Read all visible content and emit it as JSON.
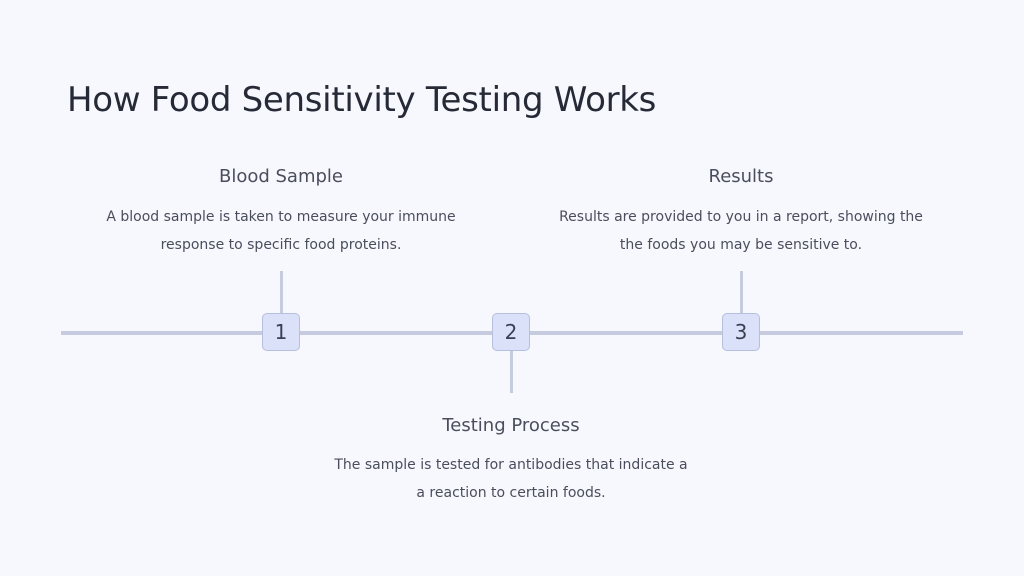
{
  "slide": {
    "title": "How Food Sensitivity Testing Works"
  },
  "steps": [
    {
      "number": "1",
      "heading": "Blood Sample",
      "description_lines": [
        "A blood sample is taken to measure your immune",
        "response to specific food proteins."
      ]
    },
    {
      "number": "2",
      "heading": "Testing Process",
      "description_lines": [
        "The sample is tested for antibodies that indicate a",
        "a reaction to certain foods."
      ]
    },
    {
      "number": "3",
      "heading": "Results",
      "description_lines": [
        "Results are provided to you in a report, showing the",
        "the foods you may be sensitive to."
      ]
    }
  ],
  "colors": {
    "background": "#f7f8fe",
    "line": "#c6cbe0",
    "step_fill": "#dae1f8",
    "step_border": "#b6bfdd",
    "title_text": "#262a36",
    "body_text": "#4a4e5c"
  }
}
